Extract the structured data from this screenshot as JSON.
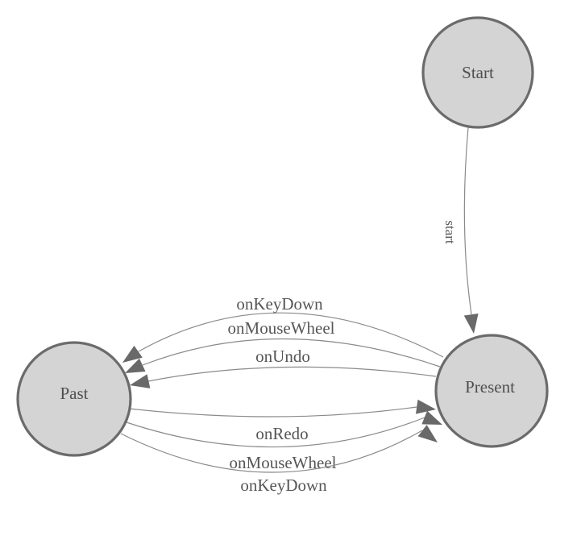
{
  "diagram": {
    "type": "state-machine",
    "background": "#ffffff",
    "colors": {
      "node_fill": "#d4d4d4",
      "node_stroke": "#6b6b6b",
      "edge_line": "#8a8a8a",
      "arrowhead": "#696969",
      "label_text": "#4f4f4f"
    },
    "nodes": [
      {
        "id": "start",
        "label": "Start"
      },
      {
        "id": "past",
        "label": "Past"
      },
      {
        "id": "present",
        "label": "Present"
      }
    ],
    "edges": [
      {
        "from": "Start",
        "to": "Present",
        "label": "start"
      },
      {
        "from": "Present",
        "to": "Past",
        "label": "onKeyDown"
      },
      {
        "from": "Present",
        "to": "Past",
        "label": "onMouseWheel"
      },
      {
        "from": "Present",
        "to": "Past",
        "label": "onUndo"
      },
      {
        "from": "Past",
        "to": "Present",
        "label": "onRedo"
      },
      {
        "from": "Past",
        "to": "Present",
        "label": "onMouseWheel"
      },
      {
        "from": "Past",
        "to": "Present",
        "label": "onKeyDown"
      }
    ]
  }
}
